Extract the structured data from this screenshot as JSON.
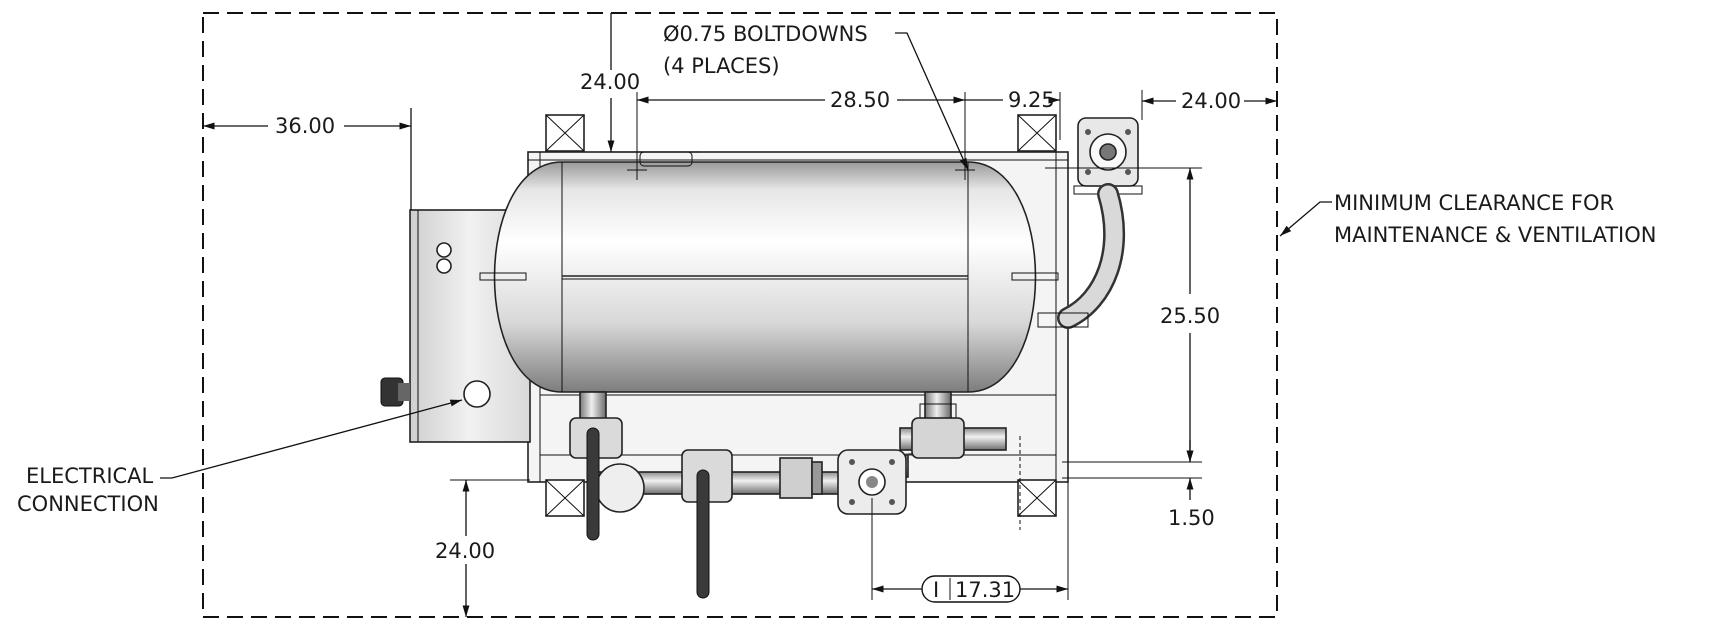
{
  "labels": {
    "boltdowns_line1": "Ø0.75 BOLTDOWNS",
    "boltdowns_line2": "(4 PLACES)",
    "clearance_line1": "MINIMUM CLEARANCE FOR",
    "clearance_line2": "MAINTENANCE & VENTILATION",
    "electrical_line1": "ELECTRICAL",
    "electrical_line2": "CONNECTION"
  },
  "dimensions": {
    "left_clearance": "36.00",
    "top_clearance": "24.00",
    "bolt_spacing_long": "28.50",
    "bolt_offset": "9.25",
    "right_clearance": "24.00",
    "bolt_spacing_short": "25.50",
    "bottom_offset": "1.50",
    "bottom_clearance": "24.00",
    "inlet_offset_prefix": "I",
    "inlet_offset": "17.31"
  }
}
